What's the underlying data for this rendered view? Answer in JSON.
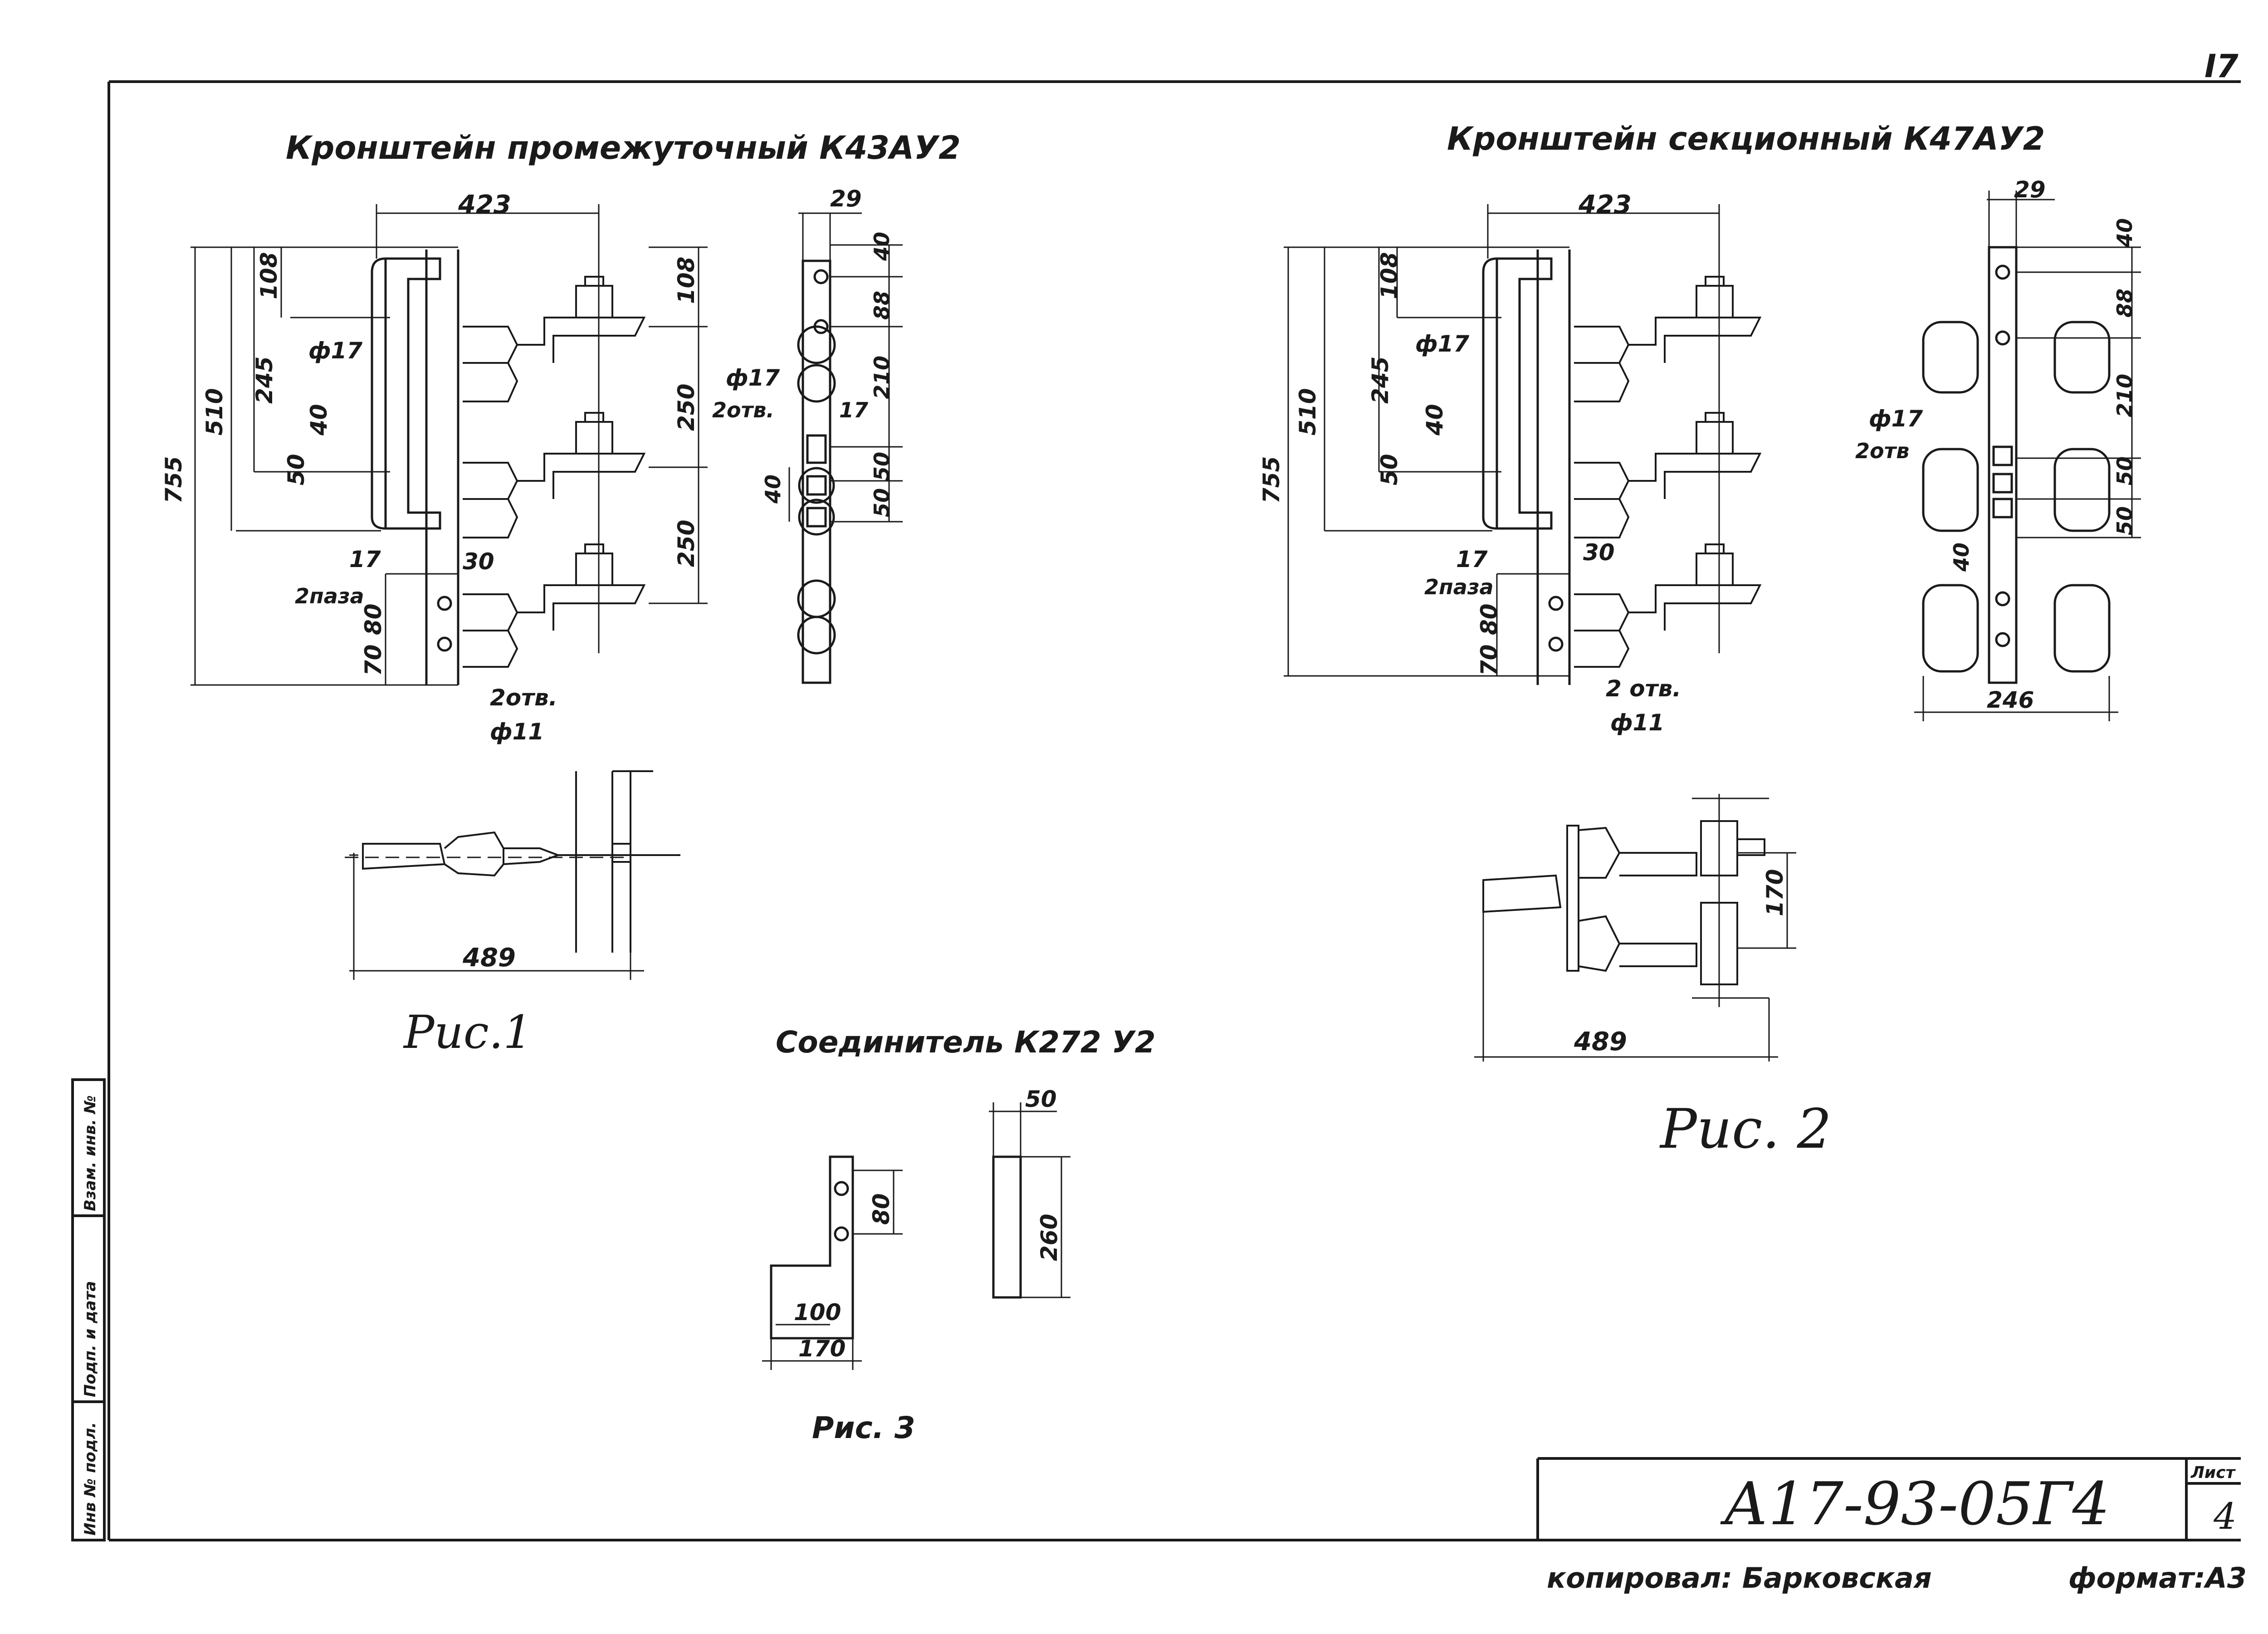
{
  "corner_mark": "I7",
  "fig1": {
    "title": "Кронштейн промежуточный К43АУ2",
    "caption": "Рис.1",
    "dims": {
      "w423": "423",
      "w29": "29",
      "h755": "755",
      "h510": "510",
      "h245": "245",
      "h108": "108",
      "h108r": "108",
      "h250a": "250",
      "h250b": "250",
      "h40": "40",
      "h50": "50",
      "h80": "80",
      "h70": "70",
      "w17": "17",
      "w30": "30",
      "d17": "ф17",
      "slot2": "2паза",
      "holes2": "2отв.",
      "d11": "ф11",
      "s40": "40",
      "s88": "88",
      "s210": "210",
      "s17": "17",
      "s40b": "40",
      "s50a": "50",
      "s50b": "50",
      "sd17": "ф17",
      "sholes": "2отв.",
      "plan489": "489"
    }
  },
  "fig2": {
    "title": "Кронштейн секционный К47АУ2",
    "caption": "Рис. 2",
    "dims": {
      "w423": "423",
      "w29": "29",
      "h755": "755",
      "h510": "510",
      "h245": "245",
      "h108": "108",
      "h40": "40",
      "h50": "50",
      "h80": "80",
      "h70": "70",
      "w17": "17",
      "w30": "30",
      "d17": "ф17",
      "slot2": "2паза",
      "holes2": "2 отв.",
      "d11": "ф11",
      "s40": "40",
      "s88": "88",
      "s210": "210",
      "s50a": "50",
      "s50b": "50",
      "s40b": "40",
      "s246": "246",
      "sd17": "ф17",
      "sholes": "2отв",
      "plan489": "489",
      "plan170": "170"
    }
  },
  "fig3": {
    "title": "Соединитель К272 У2",
    "caption": "Рис. 3",
    "dims": {
      "d80": "80",
      "d100": "100",
      "d170": "170",
      "d50": "50",
      "d260": "260"
    }
  },
  "side_stamp": [
    "Инв № подл.",
    "Подп. и дата",
    "Взам. инв. №"
  ],
  "title_block": {
    "doc_number": "А17-93-05Г4",
    "sheet_label": "Лист",
    "sheet_number": "4"
  },
  "footer": {
    "copied_by": "копировал: Барковская",
    "format": "формат:А3"
  }
}
